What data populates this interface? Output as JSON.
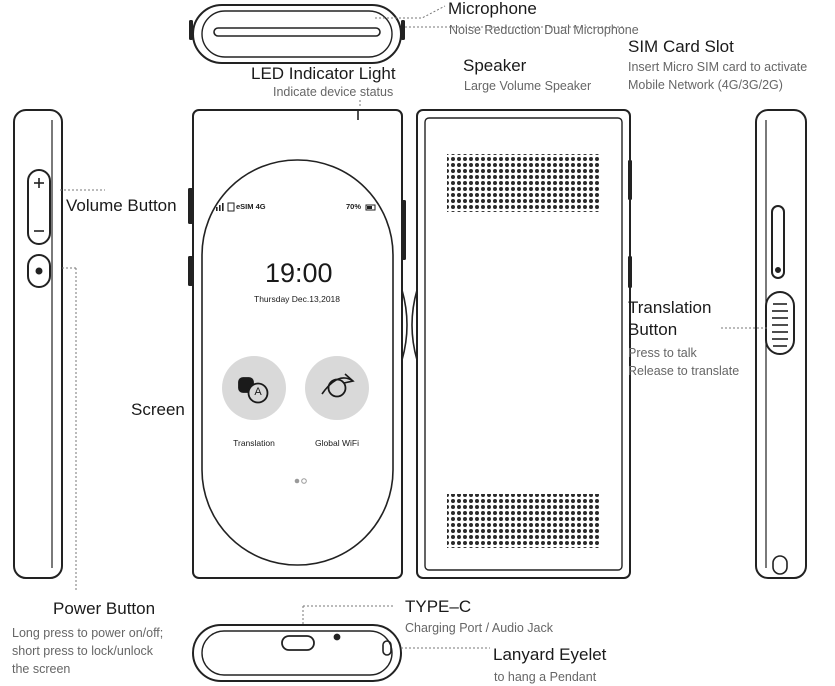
{
  "labels": {
    "microphone": {
      "title": "Microphone",
      "desc": "Noise Reduction Dual Microphone"
    },
    "sim_slot": {
      "title": "SIM Card Slot",
      "desc": [
        "Insert Micro SIM card to activate",
        "Mobile Network (4G/3G/2G)"
      ]
    },
    "led": {
      "title": "LED Indicator Light",
      "desc": "Indicate device status"
    },
    "speaker": {
      "title": "Speaker",
      "desc": "Large Volume Speaker"
    },
    "volume": {
      "title": "Volume Button"
    },
    "translation_button": {
      "title": [
        "Translation",
        "Button"
      ],
      "desc": [
        "Press to talk",
        "Release to translate"
      ]
    },
    "screen": {
      "title": "Screen"
    },
    "power": {
      "title": "Power Button",
      "desc": [
        "Long press to power on/off;",
        "short press to lock/unlock",
        "the screen"
      ]
    },
    "typec": {
      "title": "TYPE–C",
      "desc": "Charging Port / Audio Jack"
    },
    "lanyard": {
      "title": "Lanyard Eyelet",
      "desc": "to hang a Pendant"
    }
  },
  "device_screen": {
    "signal": "eSIM 4G",
    "battery": "70%",
    "time": "19:00",
    "date": "Thursday Dec.13,2018",
    "apps": [
      {
        "label": "Translation",
        "icon": "translation-app-icon",
        "glyph": "A"
      },
      {
        "label": "Global WiFi",
        "icon": "global-wifi-app-icon"
      }
    ]
  }
}
